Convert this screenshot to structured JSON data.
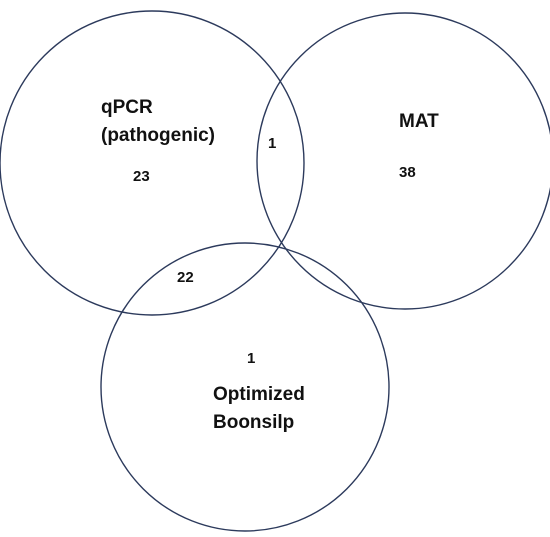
{
  "diagram": {
    "type": "venn",
    "stroke_color": "#2c3a5c",
    "text_color": "#111111",
    "sets": [
      {
        "id": "qpcr",
        "name_lines": [
          "qPCR",
          "(pathogenic)"
        ]
      },
      {
        "id": "mat",
        "name_lines": [
          "MAT"
        ]
      },
      {
        "id": "boonsilp",
        "name_lines": [
          "Optimized",
          "Boonsilp"
        ]
      }
    ],
    "regions": {
      "qpcr_only": "23",
      "mat_only": "38",
      "qpcr_and_mat": "1",
      "qpcr_and_boonsilp": "22",
      "boonsilp_only": "1"
    }
  }
}
